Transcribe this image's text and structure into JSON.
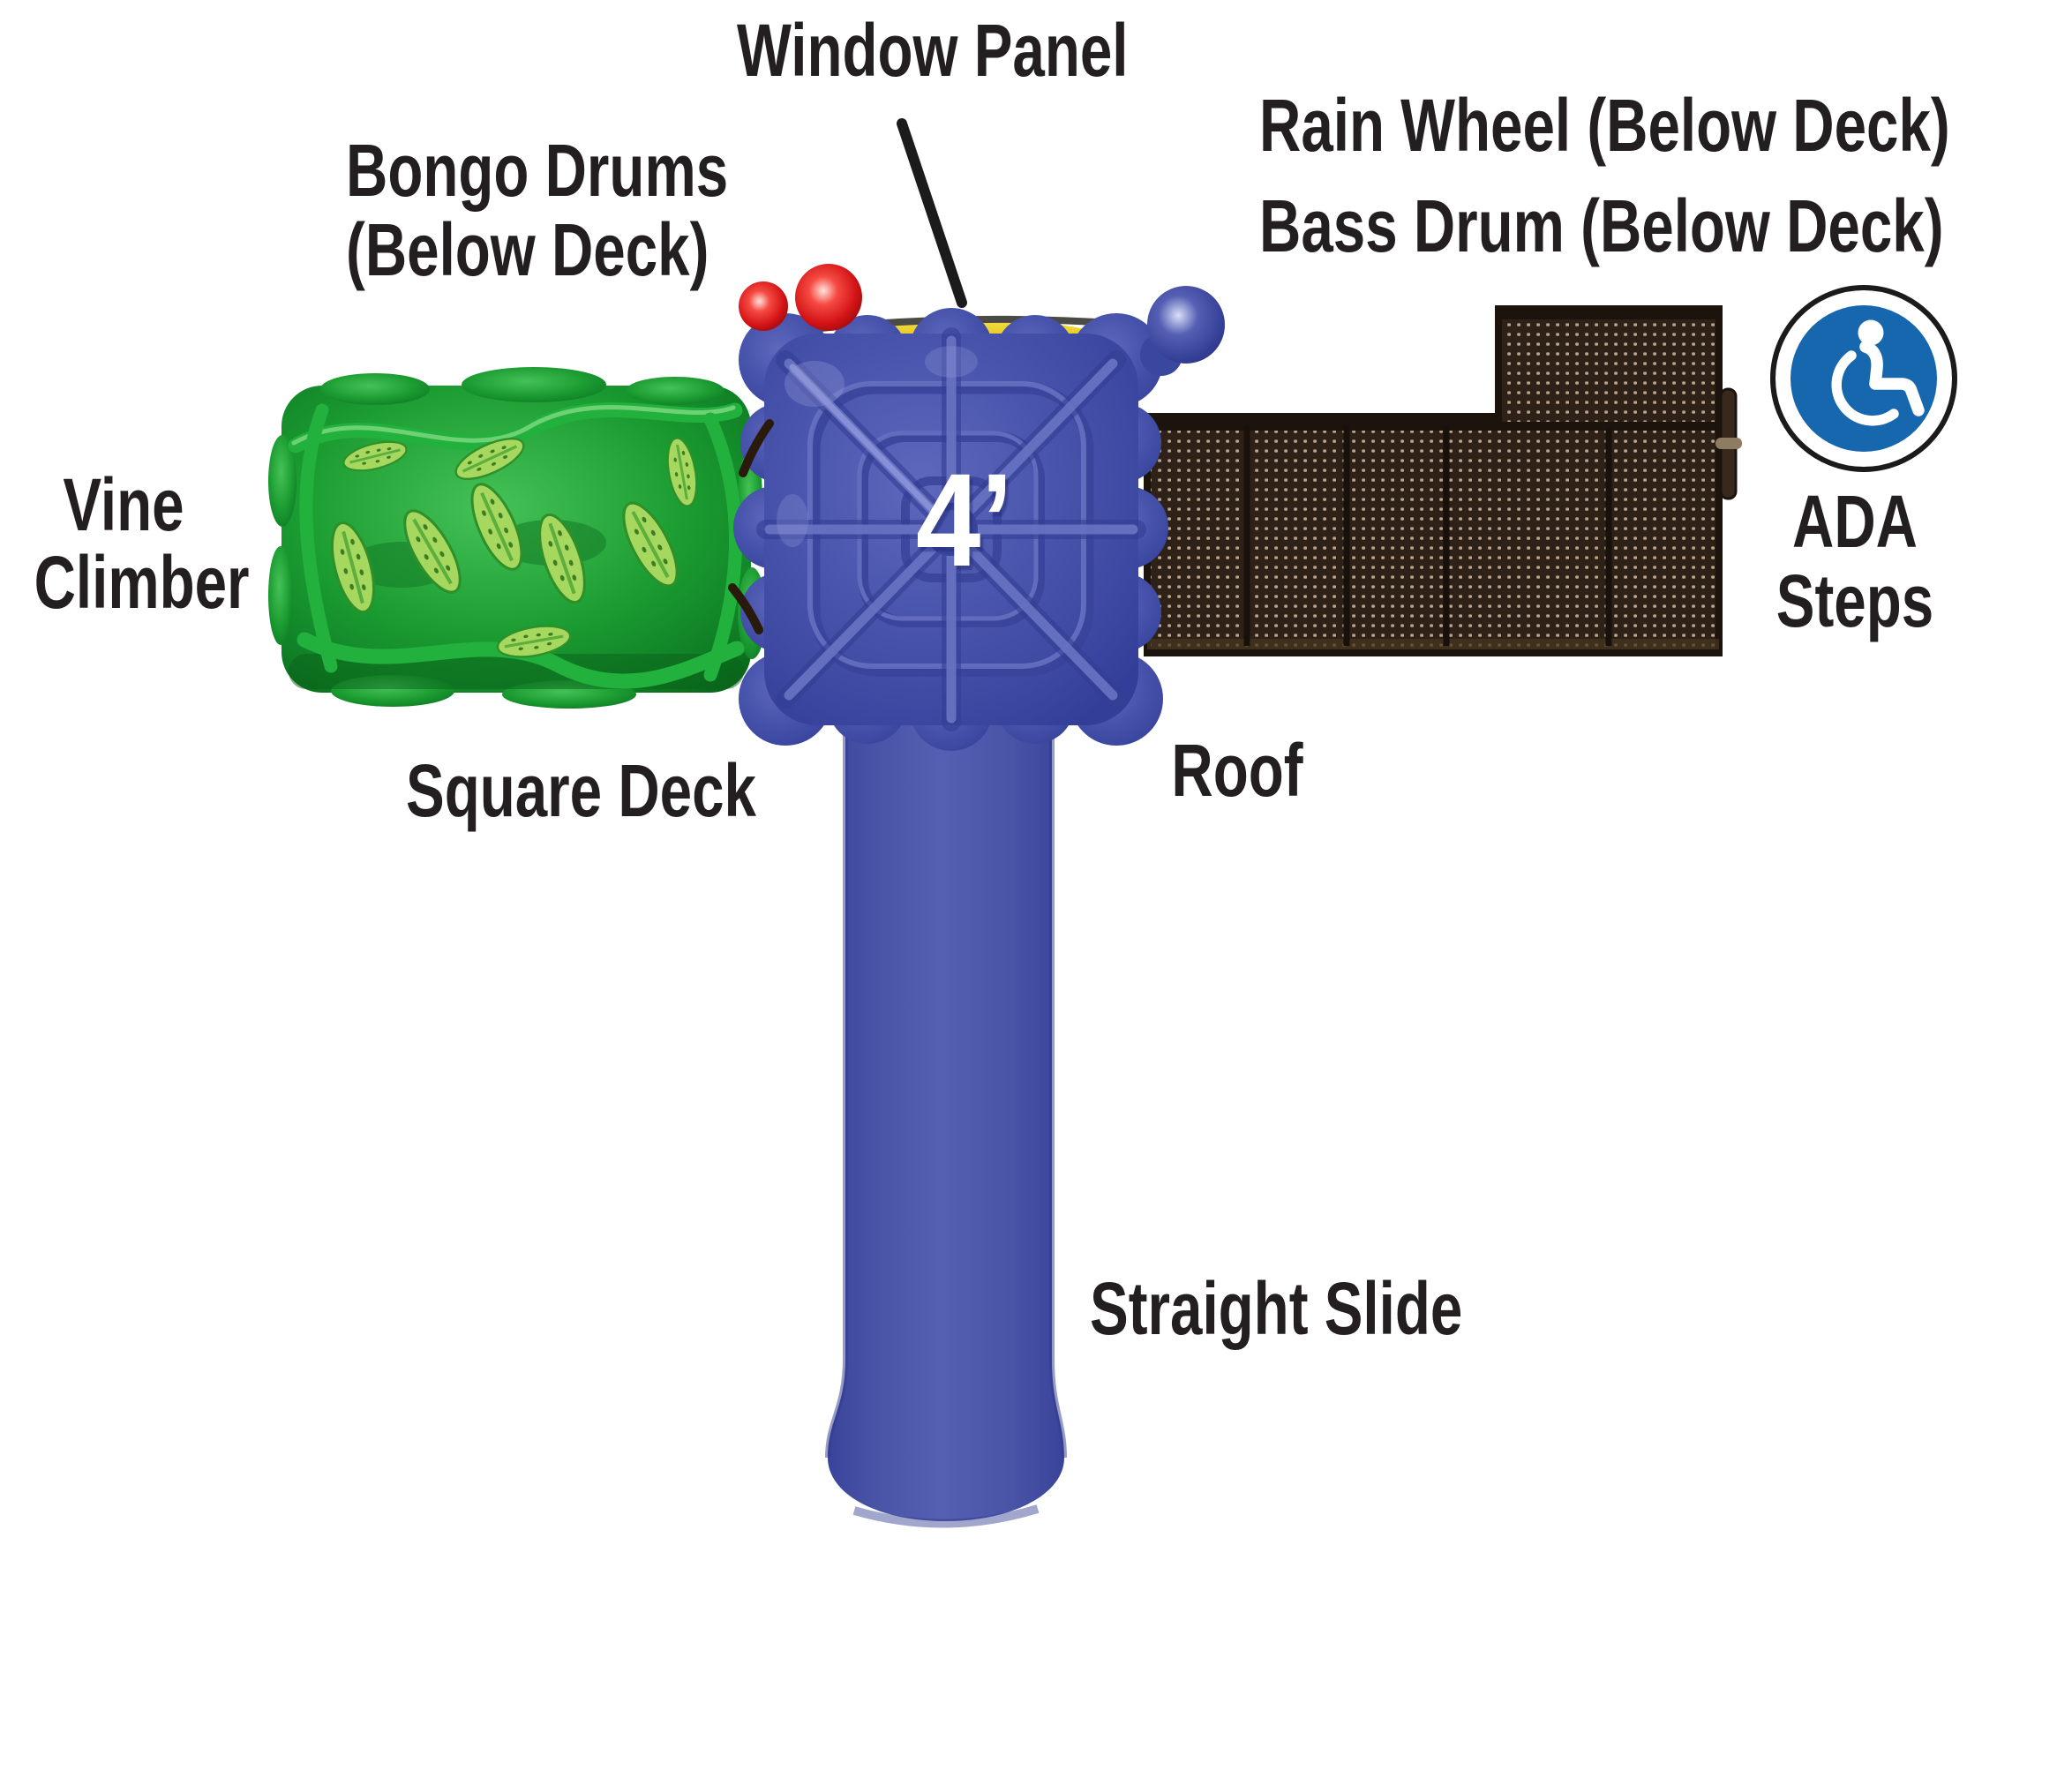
{
  "diagram": {
    "deck_height": "4’",
    "callouts": {
      "window_panel": "Window Panel",
      "bongo_drums_line1": "Bongo Drums",
      "bongo_drums_line2": "(Below Deck)",
      "rain_wheel": "Rain Wheel (Below Deck)",
      "bass_drum": "Bass Drum (Below Deck)",
      "vine_climber_line1": "Vine",
      "vine_climber_line2": "Climber",
      "square_deck": "Square Deck",
      "roof": "Roof",
      "straight_slide": "Straight Slide",
      "ada_steps_line1": "ADA",
      "ada_steps_line2": "Steps"
    },
    "icons": {
      "ada": "wheelchair-accessibility-icon"
    },
    "colors": {
      "roof_blue": "#4a55ad",
      "slide_blue": "#4a54a4",
      "ball_red": "#e31d1f",
      "ball_blue": "#3d4da8",
      "window_panel_yellow": "#e5c114",
      "climber_green": "#21a339",
      "leaf_green": "#9ed058",
      "deck_brown": "#2e2118",
      "deck_dot_tan": "#c9b49c",
      "ada_badge_blue": "#1667ad",
      "label_text": "#231f20"
    }
  }
}
